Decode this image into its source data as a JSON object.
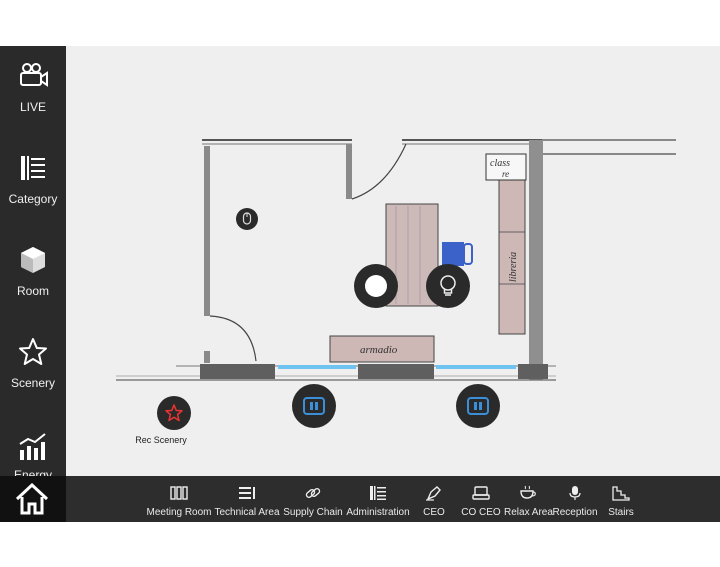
{
  "sidebar": {
    "items": [
      {
        "label": "LIVE"
      },
      {
        "label": "Category"
      },
      {
        "label": "Room"
      },
      {
        "label": "Scenery"
      },
      {
        "label": "Energy"
      }
    ]
  },
  "plan": {
    "labels": {
      "classe_1": "class",
      "classe_2": "re",
      "libreria": "libreria",
      "armadio": "armadio"
    },
    "rec_scenery": "Rec Scenery"
  },
  "bottom_nav": {
    "tabs": [
      {
        "label": "Meeting Room"
      },
      {
        "label": "Technical Area"
      },
      {
        "label": "Supply Chain"
      },
      {
        "label": "Administration"
      },
      {
        "label": "CEO"
      },
      {
        "label": "CO CEO"
      },
      {
        "label": "Relax Area"
      },
      {
        "label": "Reception"
      },
      {
        "label": "Stairs"
      }
    ]
  },
  "colors": {
    "sidebar": "#2a2a2a",
    "home": "#111111",
    "accent_blue": "#3a8fd8",
    "window_blue": "#6ec3f0"
  }
}
